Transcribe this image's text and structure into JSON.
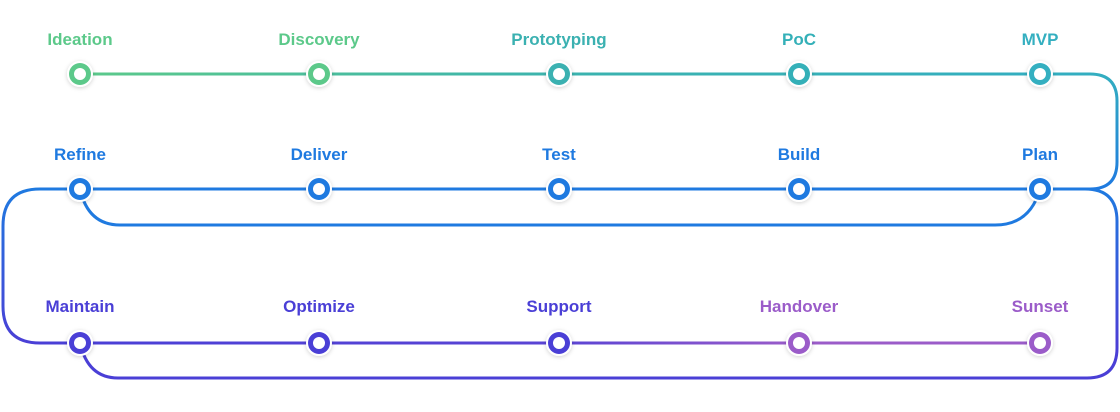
{
  "rows": [
    {
      "stages": [
        {
          "label": "Ideation",
          "color": "#5CC98A"
        },
        {
          "label": "Discovery",
          "color": "#5CC98A"
        },
        {
          "label": "Prototyping",
          "color": "#3BB1B1"
        },
        {
          "label": "PoC",
          "color": "#34B0B8"
        },
        {
          "label": "MVP",
          "color": "#34AFC0"
        }
      ]
    },
    {
      "stages": [
        {
          "label": "Refine",
          "color": "#1F7AE0"
        },
        {
          "label": "Deliver",
          "color": "#1F7AE0"
        },
        {
          "label": "Test",
          "color": "#1F7AE0"
        },
        {
          "label": "Build",
          "color": "#1F7AE0"
        },
        {
          "label": "Plan",
          "color": "#1F7AE0"
        }
      ]
    },
    {
      "stages": [
        {
          "label": "Maintain",
          "color": "#4A3FD6"
        },
        {
          "label": "Optimize",
          "color": "#4A3FD6"
        },
        {
          "label": "Support",
          "color": "#4A3FD6"
        },
        {
          "label": "Handover",
          "color": "#9B5CC9"
        },
        {
          "label": "Sunset",
          "color": "#9B5CC9"
        }
      ]
    }
  ]
}
